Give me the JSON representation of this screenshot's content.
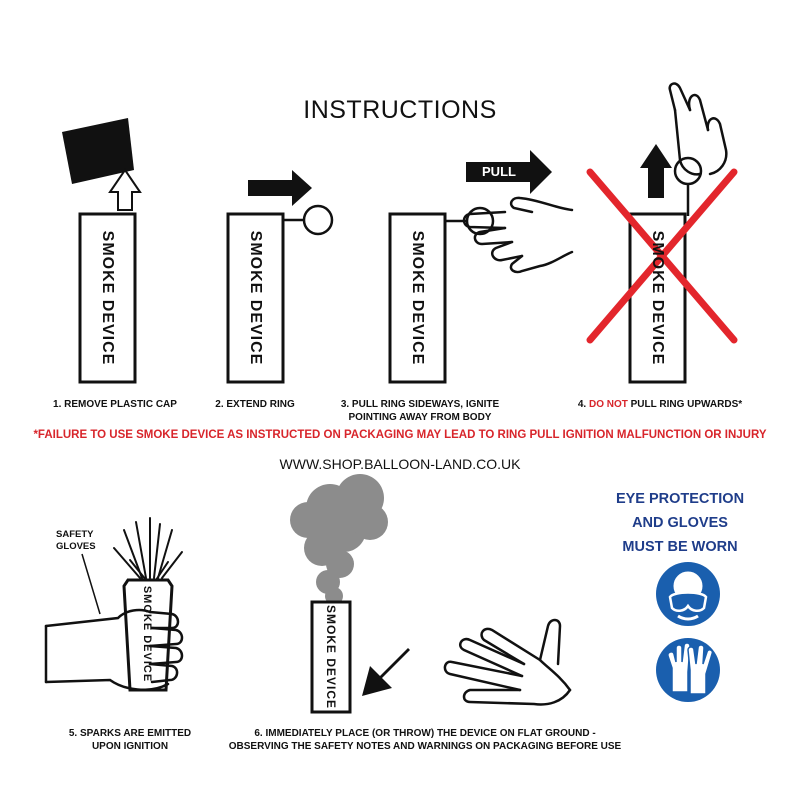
{
  "title": "INSTRUCTIONS",
  "device_label": "SMOKE DEVICE",
  "steps": [
    {
      "text": "1. REMOVE PLASTIC CAP"
    },
    {
      "text": "2. EXTEND RING"
    },
    {
      "line1": "3. PULL RING SIDEWAYS, IGNITE",
      "line2": "POINTING AWAY FROM BODY"
    },
    {
      "prefix": "4. ",
      "highlight": "DO NOT",
      "suffix": " PULL RING UPWARDS*"
    },
    {
      "line1": "5. SPARKS ARE EMITTED",
      "line2": "UPON IGNITION"
    },
    {
      "line1": "6. IMMEDIATELY PLACE (OR THROW) THE DEVICE ON FLAT GROUND -",
      "line2": "OBSERVING THE SAFETY NOTES AND WARNINGS ON PACKAGING BEFORE USE"
    }
  ],
  "pull_label": "PULL",
  "warning": "*FAILURE TO USE SMOKE DEVICE AS INSTRUCTED ON PACKAGING MAY LEAD TO RING PULL IGNITION MALFUNCTION OR INJURY",
  "url": "WWW.SHOP.BALLOON-LAND.CO.UK",
  "safety_gloves": {
    "line1": "SAFETY",
    "line2": "GLOVES"
  },
  "ppe": {
    "line1": "EYE PROTECTION",
    "line2": "AND GLOVES",
    "line3": "MUST BE WORN"
  },
  "colors": {
    "warning_red": "#d8252b",
    "ppe_blue": "#1f3d8a",
    "icon_blue": "#1a5fae",
    "smoke_grey": "#8c8c8c"
  },
  "icons": [
    "eye-protection-icon",
    "gloves-icon"
  ]
}
